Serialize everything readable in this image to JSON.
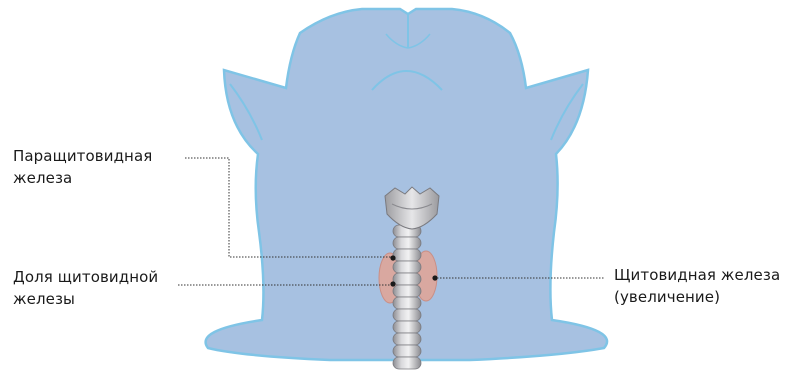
{
  "labels": {
    "parathyroid": {
      "line1": "Паращитовидная",
      "line2": "железа"
    },
    "thyroid_lobe": {
      "line1": "Доля щитовидной",
      "line2": "железы"
    },
    "thyroid": {
      "line1": "Щитовидная железа",
      "line2": "(увеличение)"
    }
  },
  "colors": {
    "silhouette_fill": "#a7c1e1",
    "silhouette_stroke": "#7fc4e6",
    "trachea": "#c6c6c8",
    "trachea_dark": "#8e8e92",
    "thyroid": "#d9a8a0",
    "leader": "#333333"
  }
}
